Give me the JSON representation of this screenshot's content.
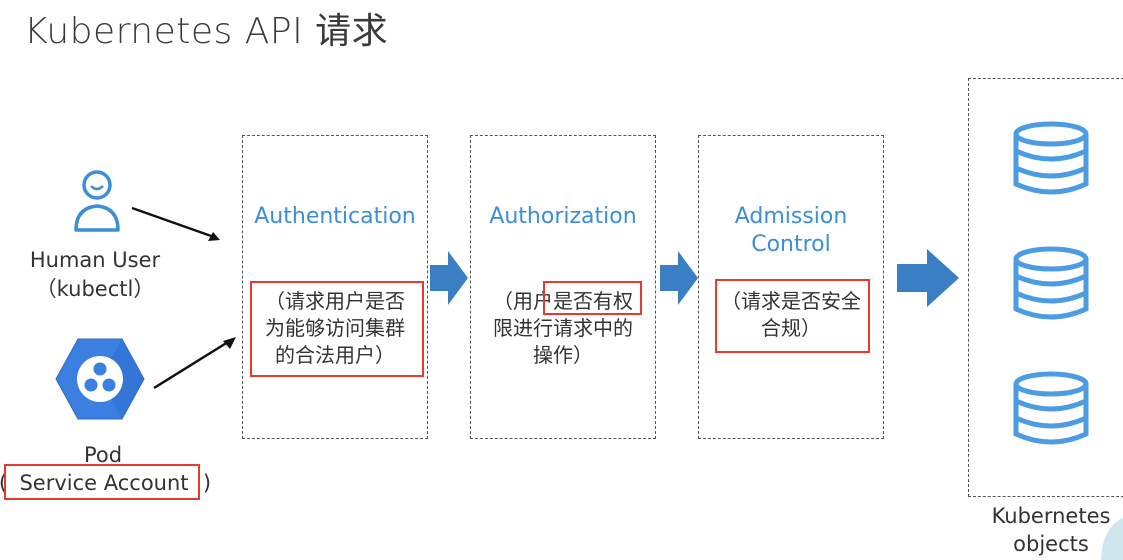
{
  "title": "Kubernetes API 请求",
  "actors": {
    "human": {
      "name": "Human User",
      "sub": "（kubectl）"
    },
    "pod": {
      "name": "Pod",
      "sub_open": "(",
      "sub": "Service Account",
      "sub_close": ")"
    }
  },
  "stages": [
    {
      "title_line1": "Authentication",
      "title_line2": "",
      "desc_line1": "（请求用户是否",
      "desc_line2": "为能够访问集群",
      "desc_line3": "的合法用户）"
    },
    {
      "title_line1": "Authorization",
      "title_line2": "",
      "desc_line1": "（用户是否有权",
      "desc_line2": "限进行请求中的",
      "desc_line3": "操作）"
    },
    {
      "title_line1": "Admission",
      "title_line2": "Control",
      "desc_line1": "（请求是否安全",
      "desc_line2": "合规）",
      "desc_line3": ""
    }
  ],
  "objects": {
    "label_line1": "Kubernetes",
    "label_line2": "objects"
  },
  "colors": {
    "accent": "#3d8ed8",
    "arrow": "#3a7fc4",
    "highlight": "#e53b2c",
    "db_stroke": "#4b9ce3"
  }
}
